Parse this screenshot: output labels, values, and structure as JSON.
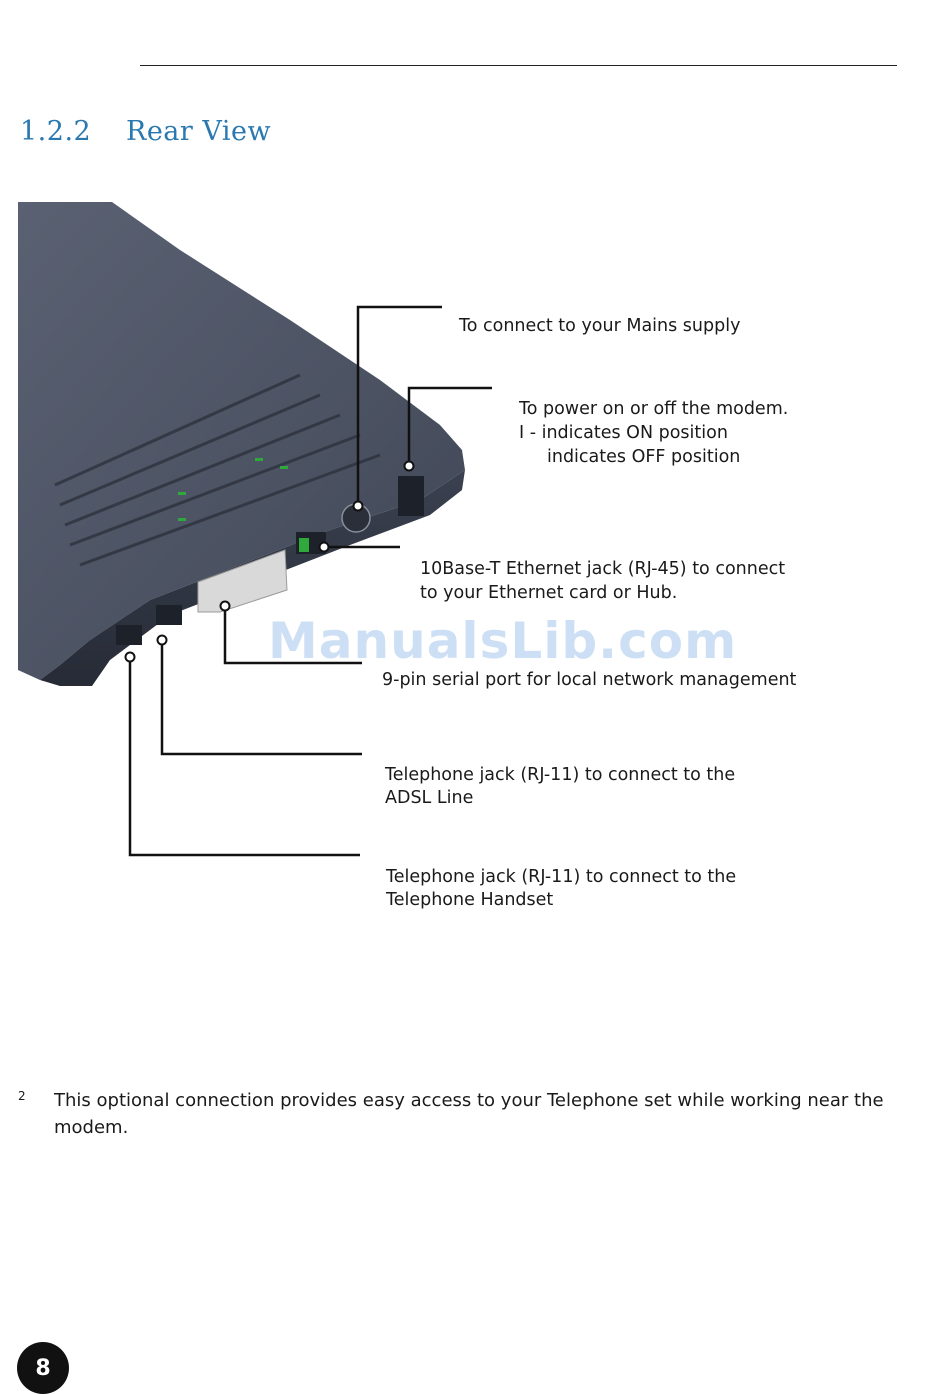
{
  "section": {
    "number": "1.2.2",
    "title": "Rear View"
  },
  "colors": {
    "heading": "#2a78b0",
    "device_body": "#4a5160",
    "led_green": "#2fa83c",
    "watermark": "#78aae1"
  },
  "callouts": {
    "mains": "To connect to your Mains supply",
    "power": {
      "line1": "To power on or off the modem.",
      "line2": "I - indicates ON position",
      "line3": "indicates OFF position"
    },
    "ethernet": {
      "line1": "10Base-T Ethernet jack (RJ-45) to connect",
      "line2": "to your Ethernet card or Hub."
    },
    "serial": "9-pin serial port for local network management",
    "adsl": {
      "line1": "Telephone jack (RJ-11) to connect to the",
      "line2": "ADSL Line"
    },
    "handset": {
      "line1": "Telephone jack (RJ-11) to connect to the",
      "line2": "Telephone Handset"
    }
  },
  "watermark": "ManualsLib.com",
  "footnote": {
    "mark": "2",
    "text": "This optional connection provides easy access to your Telephone set while working near the modem."
  },
  "page_number": "8"
}
